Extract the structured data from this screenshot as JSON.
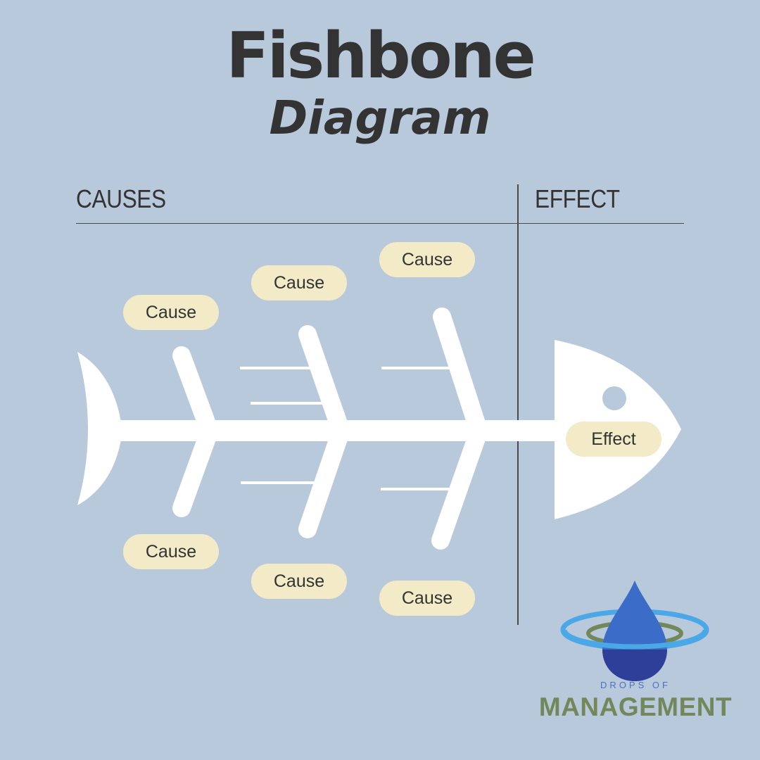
{
  "title": {
    "main": "Fishbone",
    "sub": "Diagram"
  },
  "sections": {
    "causes": "CAUSES",
    "effect": "EFFECT"
  },
  "labels": {
    "causes_top": [
      "Cause",
      "Cause",
      "Cause"
    ],
    "causes_bottom": [
      "Cause",
      "Cause",
      "Cause"
    ],
    "effect": "Effect"
  },
  "brand": {
    "line1": "DROPS OF",
    "line2": "MANAGEMENT"
  },
  "colors": {
    "background": "#b9c9dc",
    "fish": "#ffffff",
    "label_fill": "#f3ebc7",
    "text": "#333333",
    "brand_blue": "#4f6fbf",
    "brand_green": "#72885a"
  },
  "icons": {
    "logo": "water-drop-icon"
  }
}
